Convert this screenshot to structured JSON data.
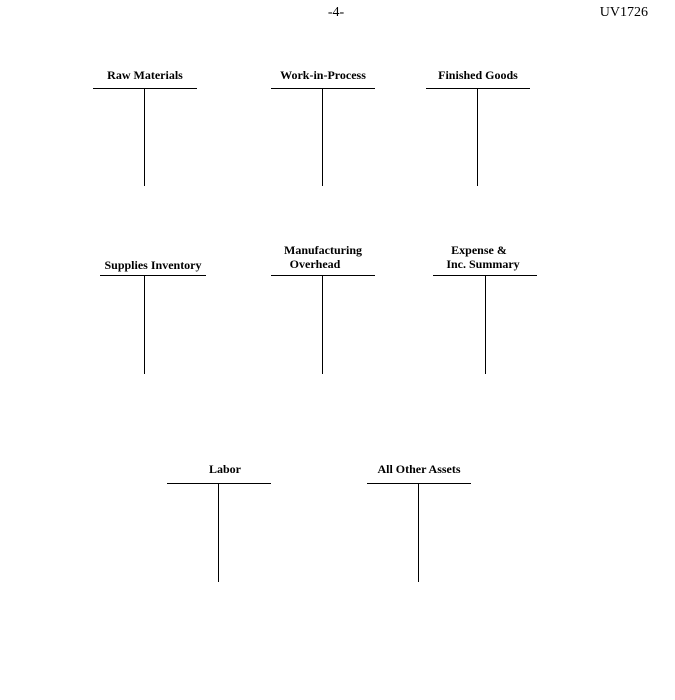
{
  "header": {
    "page_number": "-4-",
    "doc_code": "UV1726"
  },
  "accounts": [
    {
      "line1": "Raw Materials",
      "line2": ""
    },
    {
      "line1": "Work-in-Process",
      "line2": ""
    },
    {
      "line1": "Finished Goods",
      "line2": ""
    },
    {
      "line1": "Supplies Inventory",
      "line2": ""
    },
    {
      "line1": "Manufacturing",
      "line2": "Overhead"
    },
    {
      "line1": "Expense &",
      "line2": "Inc. Summary"
    },
    {
      "line1": "Labor",
      "line2": ""
    },
    {
      "line1": "All Other Assets",
      "line2": ""
    }
  ]
}
